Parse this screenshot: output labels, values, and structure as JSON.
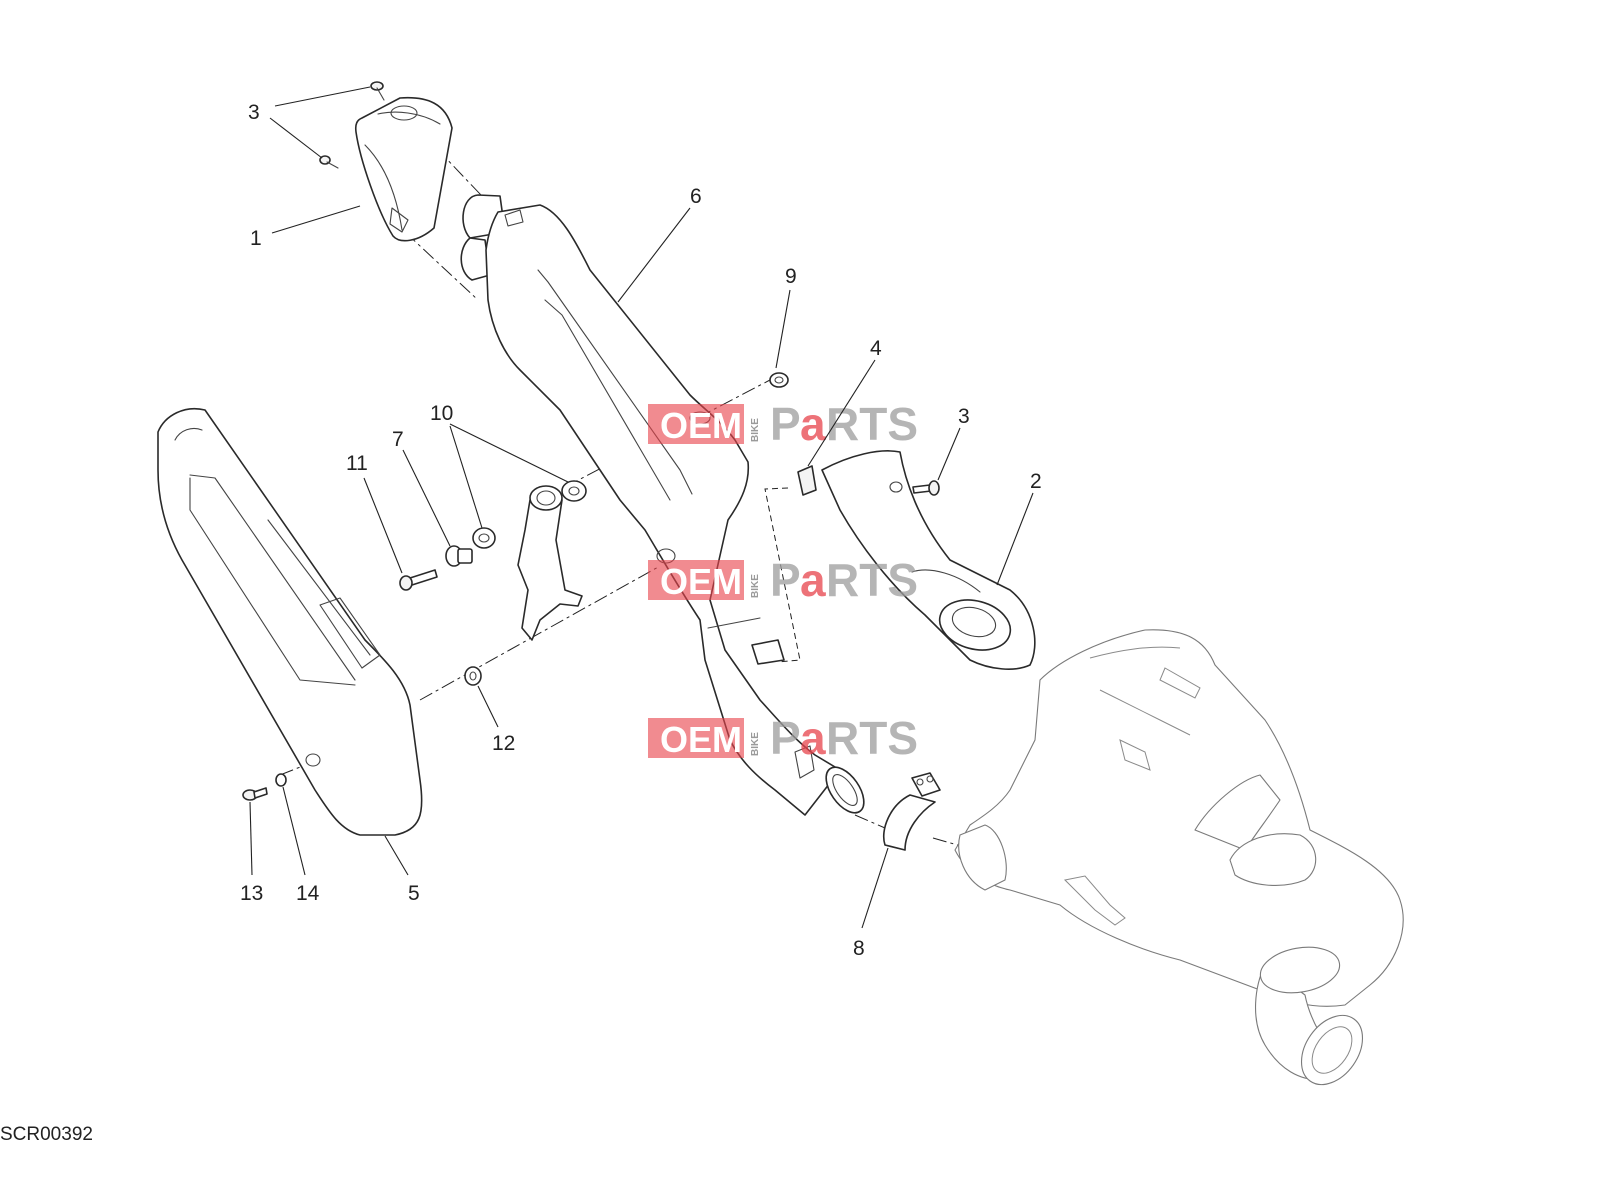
{
  "diagram": {
    "drawing_code": "SCR00392",
    "callouts": [
      {
        "id": "c3a",
        "label": "3"
      },
      {
        "id": "c1",
        "label": "1"
      },
      {
        "id": "c6",
        "label": "6"
      },
      {
        "id": "c9",
        "label": "9"
      },
      {
        "id": "c4",
        "label": "4"
      },
      {
        "id": "c3b",
        "label": "3"
      },
      {
        "id": "c2",
        "label": "2"
      },
      {
        "id": "c10",
        "label": "10"
      },
      {
        "id": "c7",
        "label": "7"
      },
      {
        "id": "c11",
        "label": "11"
      },
      {
        "id": "c12",
        "label": "12"
      },
      {
        "id": "c13",
        "label": "13"
      },
      {
        "id": "c14",
        "label": "14"
      },
      {
        "id": "c5",
        "label": "5"
      },
      {
        "id": "c8",
        "label": "8"
      }
    ]
  },
  "watermark": {
    "brand_left": "OEM",
    "brand_sub": "BIKE",
    "brand_right_a": "P",
    "brand_right_b": "a",
    "brand_right_c": "RTS",
    "accent_color": "#e8434c"
  }
}
